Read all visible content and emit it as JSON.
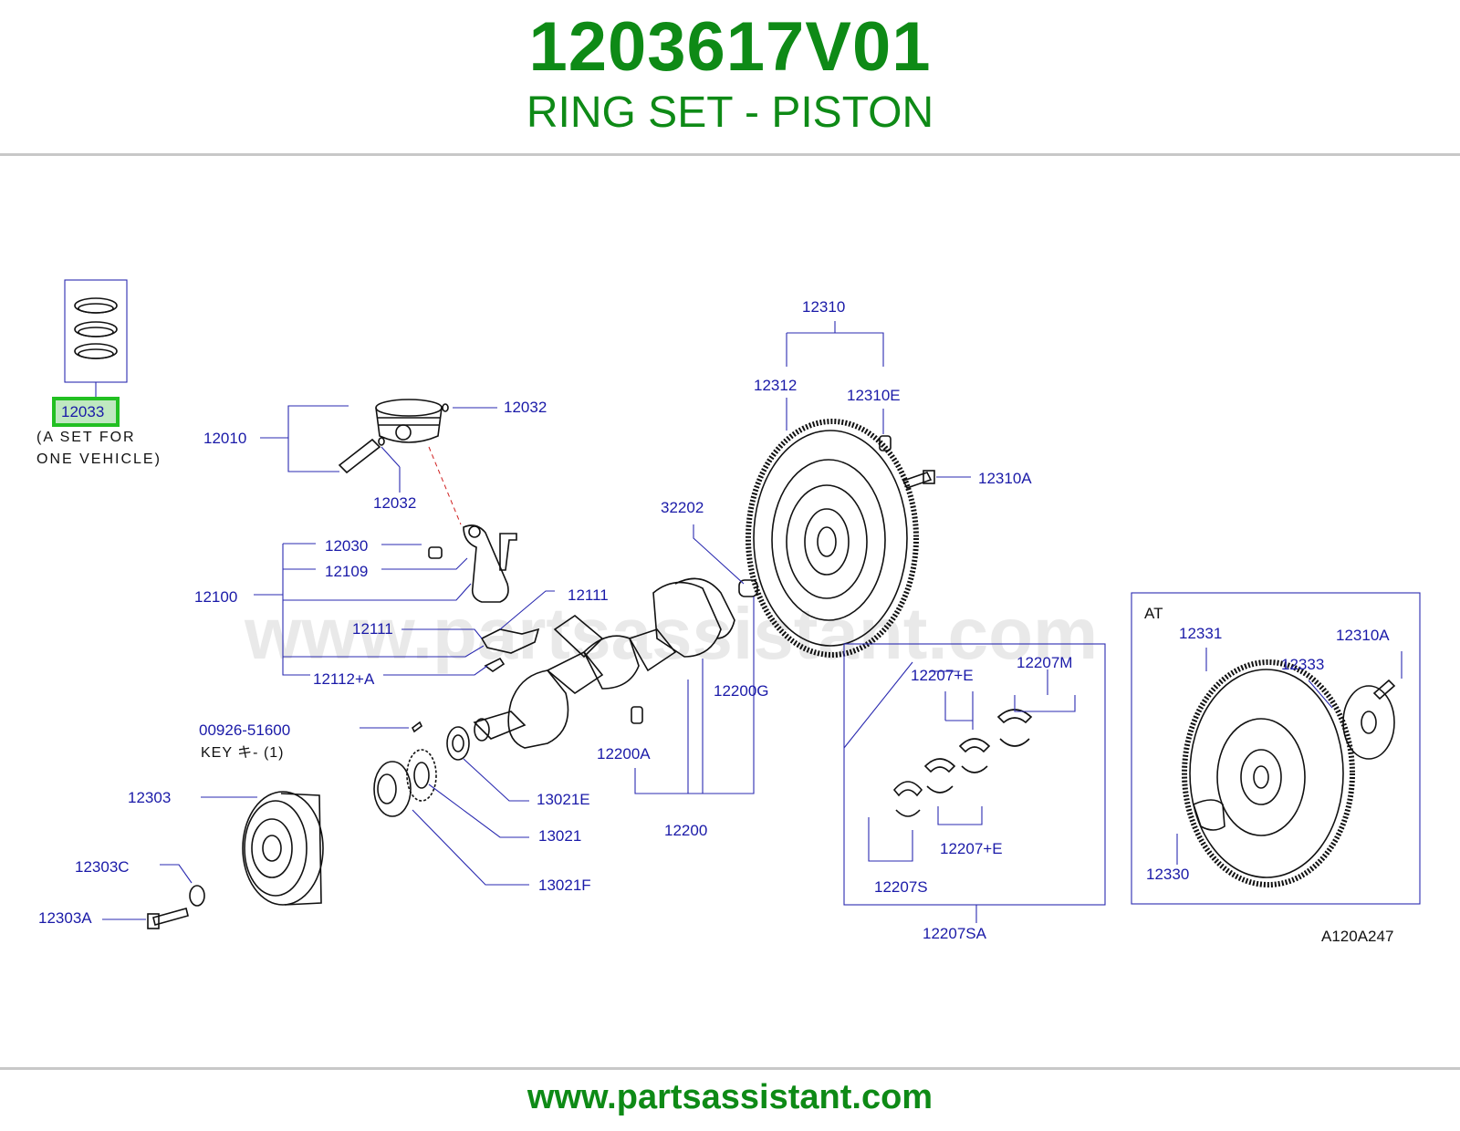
{
  "header": {
    "part_number": "1203617V01",
    "part_name": "RING SET - PISTON"
  },
  "diagram": {
    "highlight_label": "12033",
    "highlight_color": "#22c022",
    "note_line1": "(A  SET  FOR",
    "note_line2": "ONE  VEHICLE)",
    "key_text": "KEY      キ-      (1)",
    "watermark": "www.partsassistant.com",
    "at_box_label": "AT",
    "figure_code": "A120A247",
    "labels": {
      "p12010": "12010",
      "p12032a": "12032",
      "p12032b": "12032",
      "p12030": "12030",
      "p12109": "12109",
      "p12100": "12100",
      "p12111a": "12111",
      "p12111b": "12111",
      "p12112a": "12112+A",
      "p00926": "00926-51600",
      "p12303": "12303",
      "p12303c": "12303C",
      "p12303a": "12303A",
      "p13021e": "13021E",
      "p13021": "13021",
      "p13021f": "13021F",
      "p32202": "32202",
      "p12200g": "12200G",
      "p12200a": "12200A",
      "p12200": "12200",
      "p12310": "12310",
      "p12312": "12312",
      "p12310e": "12310E",
      "p12310a": "12310A",
      "p12207e1": "12207+E",
      "p12207m": "12207M",
      "p12207e2": "12207+E",
      "p12207s": "12207S",
      "p12207sa": "12207SA",
      "p12331": "12331",
      "p12310a2": "12310A",
      "p12333": "12333",
      "p12330": "12330"
    }
  },
  "footer": {
    "url": "www.partsassistant.com"
  }
}
